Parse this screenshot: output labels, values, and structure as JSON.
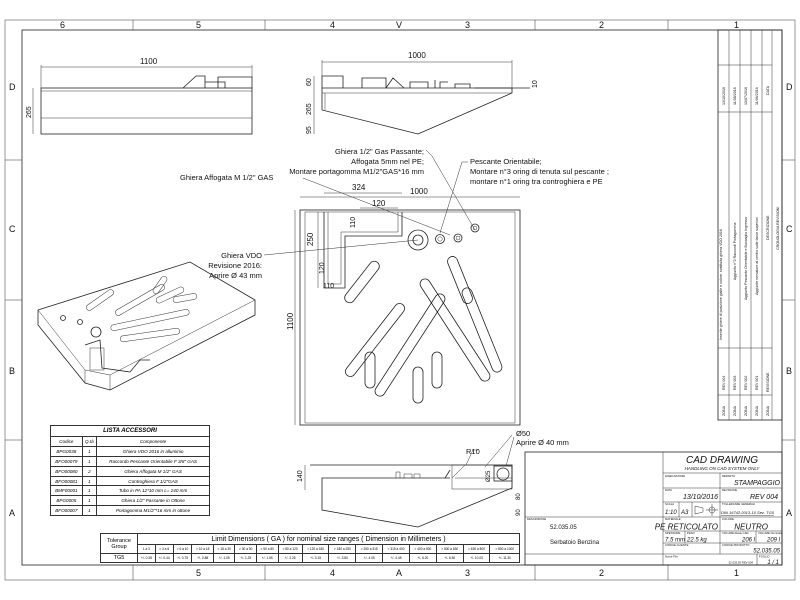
{
  "frame": {
    "columns": [
      "6",
      "5",
      "4",
      "3",
      "2",
      "1"
    ],
    "rows": [
      "D",
      "C",
      "B",
      "A"
    ],
    "center_mark": "V",
    "bottom_mark": "A"
  },
  "views": {
    "side": {
      "dim_length": "1100",
      "dim_height": "265"
    },
    "front": {
      "dim_length": "1000",
      "dim_top": "60",
      "dim_height": "265",
      "dim_bottom": "95",
      "dim_side": "10"
    },
    "plan": {
      "dim_width": "1000",
      "dim_324": "324",
      "dim_120a": "120",
      "dim_110a": "110",
      "dim_250": "250",
      "dim_120b": "120",
      "dim_110b": "110",
      "dim_length": "1100"
    },
    "section": {
      "dim_140": "140",
      "dim_r10": "R10",
      "dim_d50": "Ø50",
      "dim_d50_note": "Aprire Ø 40 mm",
      "dim_d25": "Ø25",
      "dim_80": "80",
      "dim_90": "90"
    }
  },
  "annotations": {
    "ghiera_passante": [
      "Ghiera 1/2\" Gas Passante;",
      "Affogata 5mm nel PE;",
      "Montare portagomma M1/2\"GAS*16 mm"
    ],
    "ghiera_affogata": "Ghiera Affogata M 1/2\" GAS",
    "pescante": [
      "Pescante Orientabile;",
      "Montare n°3 oring di tenuta sul pescante ;",
      "montare n°1 oring tra controghiera e PE"
    ],
    "ghiera_vdo": [
      "Ghiera VDO",
      "Revisione 2016:",
      "Aprire Ø 43 mm"
    ]
  },
  "accessories": {
    "title": "LISTA ACCESSORI",
    "headers": [
      "Codice",
      "Q.tà",
      "Componente"
    ],
    "rows": [
      [
        "BPG0038",
        "1",
        "Ghiera VDO 2016 in alluminio"
      ],
      [
        "BFO00079",
        "1",
        "Raccordo Pescante Orientabile F 3/8\" GAS"
      ],
      [
        "BFO00080",
        "2",
        "Ghiera Affogata M 1/2\" GAS"
      ],
      [
        "BFO00081",
        "1",
        "Controghiera F 1/2\"GAS"
      ],
      [
        "BMF00001",
        "1",
        "Tubo in PA 12*10 mm L= 240 mm"
      ],
      [
        "BPG0005",
        "1",
        "Ghiera 1/2\" Passante  in  Ottone"
      ],
      [
        "BFO00007",
        "1",
        "Portagomma M1/2\"*16 mm in ottone"
      ]
    ]
  },
  "tolerance": {
    "group_label": "Tolerance Group",
    "title": "Limit Dimensions ( GA ) for nominal size ranges ( Dimension in Millimeters )",
    "ranges": [
      "1 a 3",
      "> 3 a 6",
      "> 6 a 10",
      "> 10 a 18",
      "> 18 a 30",
      "> 30 a 50",
      "> 50 a 80",
      "> 80 a 120",
      "> 120 a 180",
      "> 180 a 250",
      "> 250 a 315",
      "> 315 a 400",
      "> 400 a 500",
      "> 500 a 630",
      "> 630 a 800",
      "> 800 a 1000"
    ],
    "group": "TG5",
    "values": [
      "+/- 0.38",
      "+/- 0.44",
      "+/- 0.75",
      "+/- 0.88",
      "+/- 1.05",
      "+/- 1.25",
      "+/- 1.55",
      "+/- 2.25",
      "+/- 3.15",
      "+/- 3.80",
      "+/- 4.05",
      "+/- 4.45",
      "+/- 6.20",
      "+/- 6.50",
      "+/- 10.00",
      "+/- 11.30"
    ]
  },
  "title_block": {
    "heading": "CAD  DRAWING",
    "subheading": "HANDLING  ON  CAD SYSTEM  ONLY",
    "disegnatore_label": "DISEGNATORE",
    "reparto_label": "REPARTO",
    "reparto": "STAMPAGGIO",
    "data_label": "DATA",
    "data": "13/10/2016",
    "revisione_label": "REVISIONE",
    "revisione": "REV 004",
    "scala_label": "SCALA",
    "scala": "1:10",
    "formato": "A3",
    "tolleranze_label": "TOLLERANZE GENERALI",
    "tolleranze": "DIN 16742:2013-10 Sez. TG5",
    "descrizione_label": "DESCRIZIONE",
    "codice": "52.035.05",
    "descrizione": "Serbatoio Benzina",
    "materiale_label": "MATERIALE",
    "materiale": "PE RETICOLATO",
    "colore_label": "COLORE",
    "colore": "NEUTRO",
    "spessore_label": "SPESSORE",
    "spessore": "7.5 mm",
    "peso_label": "PESO",
    "peso": "22.5 kg",
    "volume_reale_label": "VOLUME Reale CAD",
    "volume_reale": "206 l",
    "volume_nominale_label": "VOLUME Nominale",
    "volume_nominale": "209 l",
    "codice_cliente_label": "CODICE CLIENTE",
    "codice_prodotto_label": "CODICE PRODOTTO",
    "codice_prodotto": "52.035.05",
    "nome_file_label": "Nome File",
    "nome_file": "52.035.05 REV 004",
    "foglio_label": "FOGLIO",
    "foglio": "1 / 1"
  },
  "revisions": {
    "title": "CRONOLOGIA REVISIONI",
    "headers": [
      "ZONA",
      "REVISIONE",
      "DESCRIZIONE",
      "DATA"
    ],
    "rows": [
      [
        "ZONA",
        "REV 004",
        "Inserite ghiere di posizione gialle e colore: sostituita ghiera VDO 2016",
        "13/10/2016"
      ],
      [
        "ZONA",
        "REV 003",
        "Aggiunto n°2 Raccordi Portagomma",
        "11/08/2016"
      ],
      [
        "ZONA",
        "REV 002",
        "Aggiunto Pescante Orientabile e Boccaglio Ingresso",
        "13/07/2016"
      ],
      [
        "ZONA",
        "REV 001",
        "Aggiunte nervature al centro sulle facce superiori",
        "11/06/2016"
      ]
    ]
  }
}
